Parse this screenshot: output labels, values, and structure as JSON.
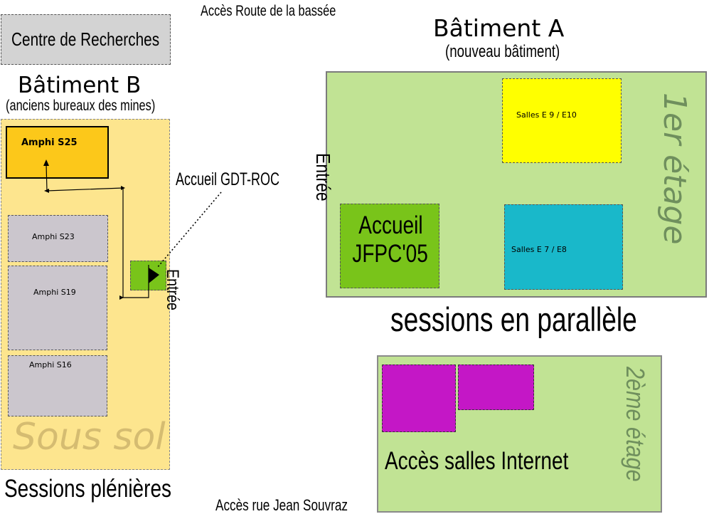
{
  "top_access": "Accès Route de la bassée",
  "bottom_access": "Accès rue Jean  Souvraz",
  "research_center": "Centre de Recherches",
  "building_b": {
    "title": "Bâtiment B",
    "subtitle": "(anciens bureaux des mines)",
    "rooms": [
      "Amphi S25",
      "Amphi S23",
      "Amphi S19",
      "Amphi S16"
    ],
    "level": "Sous sol",
    "entrance": "Entrée",
    "footer": "Sessions plénières"
  },
  "gdt_reception": "Accueil GDT-ROC",
  "building_a": {
    "title": "Bâtiment A",
    "subtitle": "(nouveau bâtiment)",
    "entrance": "Entrée",
    "reception_line1": "Accueil",
    "reception_line2": "JFPC'05",
    "room_e9": "Salles E 9 / E10",
    "room_e7": "Salles E 7 /  E8",
    "level1": "1er étage",
    "sessions": "sessions en parallèle"
  },
  "second_floor": {
    "label": "Accès salles Internet",
    "level": "2ème étage"
  },
  "colors": {
    "gray_box": "#d3d3d3",
    "building_b_fill": "#fde58e",
    "amphi_s25": "#fcc81a",
    "amphi_gray": "#cbc6cd",
    "green_area": "#c1e394",
    "green_entry": "#79c41a",
    "yellow_room": "#ffff00",
    "cyan_room": "#19b8ca",
    "magenta_room": "#c417c6"
  }
}
